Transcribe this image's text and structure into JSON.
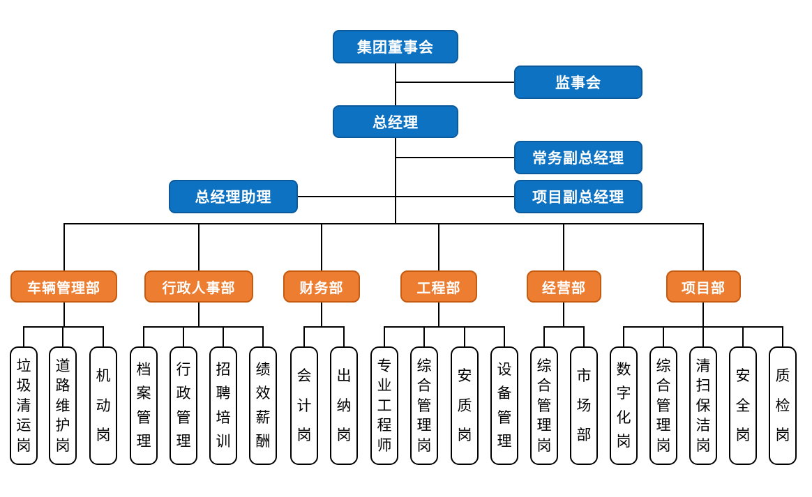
{
  "diagram": {
    "type": "org-chart",
    "executives": {
      "board": "集团董事会",
      "supervisory": "监事会",
      "general_manager": "总经理",
      "executive_deputy_gm": "常务副总经理",
      "project_deputy_gm": "项目副总经理",
      "gm_assistant": "总经理助理"
    },
    "departments": [
      {
        "label": "车辆管理部",
        "positions": [
          "垃圾清运岗",
          "道路维护岗",
          "机动岗"
        ]
      },
      {
        "label": "行政人事部",
        "positions": [
          "档案管理",
          "行政管理",
          "招聘培训",
          "绩效薪酬"
        ]
      },
      {
        "label": "财务部",
        "positions": [
          "会计岗",
          "出纳岗"
        ]
      },
      {
        "label": "工程部",
        "positions": [
          "专业工程师",
          "综合管理岗",
          "安质岗",
          "设备管理"
        ]
      },
      {
        "label": "经营部",
        "positions": [
          "综合管理岗",
          "市场部"
        ]
      },
      {
        "label": "项目部",
        "positions": [
          "数字化岗",
          "综合管理岗",
          "清扫保洁岗",
          "安全岗",
          "质检岗"
        ]
      }
    ],
    "colors": {
      "executive_fill": "#0E72C2",
      "executive_border": "#0A5A9C",
      "department_fill": "#ED7D31",
      "department_border": "#C55A11",
      "position_fill": "#FFFFFF",
      "position_border": "#000000",
      "connector": "#000000"
    }
  }
}
